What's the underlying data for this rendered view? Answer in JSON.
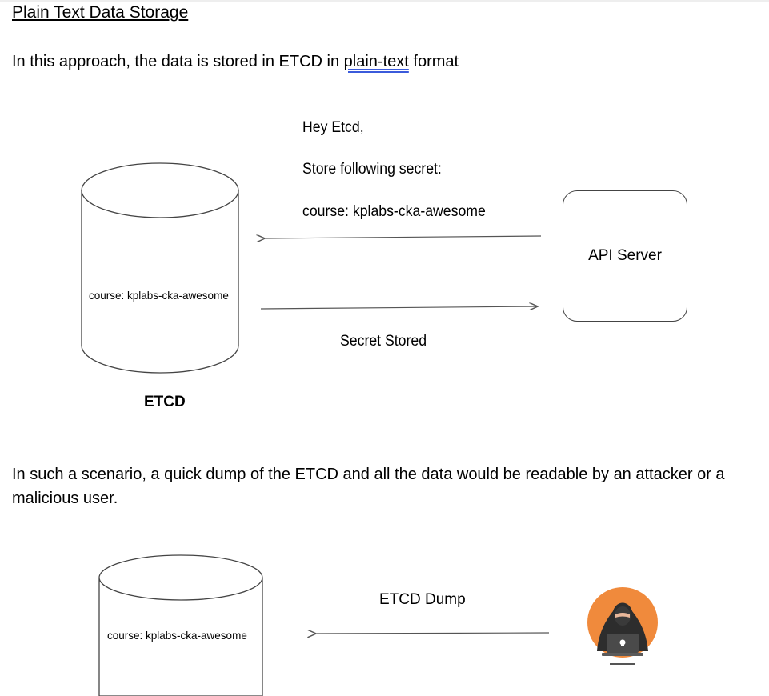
{
  "heading": "Plain Text Data Storage",
  "intro": {
    "before": "In this approach, the data is stored in ETCD in ",
    "emphasis": "plain-text",
    "after": " format"
  },
  "diagram1": {
    "message_lines": [
      "Hey Etcd,",
      "Store following secret:",
      "course: kplabs-cka-awesome"
    ],
    "etcd_content": "course: kplabs-cka-awesome",
    "etcd_label": "ETCD",
    "api_server_label": "API Server",
    "response": "Secret Stored"
  },
  "scenario": "In such a scenario, a quick dump of the ETCD and all the data would be readable by an attacker or a malicious user.",
  "diagram2": {
    "etcd_content": "course: kplabs-cka-awesome",
    "dump_label": "ETCD Dump",
    "attacker_icon": "hacker-icon",
    "colors": {
      "attacker_circle": "#f08a3c",
      "hood": "#2d2d2d",
      "laptop": "#4a4a4a"
    }
  }
}
